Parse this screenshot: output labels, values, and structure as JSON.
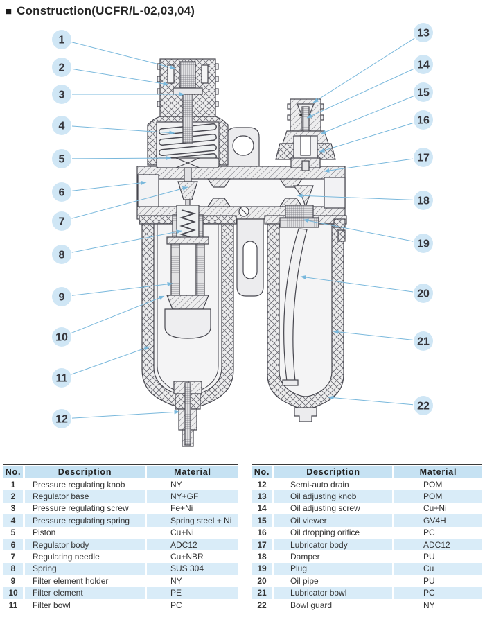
{
  "page": {
    "title_marker": "■",
    "title": "Construction(UCFR/L-02,03,04)"
  },
  "diagram": {
    "balloons": [
      "1",
      "2",
      "3",
      "4",
      "5",
      "6",
      "7",
      "8",
      "9",
      "10",
      "11",
      "12",
      "13",
      "14",
      "15",
      "16",
      "17",
      "18",
      "19",
      "20",
      "21",
      "22"
    ]
  },
  "table_headers": {
    "no": "No.",
    "description": "Description",
    "material": "Material"
  },
  "tables": {
    "left": {
      "rows": [
        {
          "no": "1",
          "description": "Pressure regulating knob",
          "material": "NY"
        },
        {
          "no": "2",
          "description": "Regulator base",
          "material": "NY+GF"
        },
        {
          "no": "3",
          "description": "Pressure regulating screw",
          "material": "Fe+Ni"
        },
        {
          "no": "4",
          "description": "Pressure regulating spring",
          "material": "Spring steel + Ni"
        },
        {
          "no": "5",
          "description": "Piston",
          "material": "Cu+Ni"
        },
        {
          "no": "6",
          "description": "Regulator body",
          "material": "ADC12"
        },
        {
          "no": "7",
          "description": "Regulating needle",
          "material": "Cu+NBR"
        },
        {
          "no": "8",
          "description": "Spring",
          "material": "SUS 304"
        },
        {
          "no": "9",
          "description": "Filter element holder",
          "material": "NY"
        },
        {
          "no": "10",
          "description": "Filter element",
          "material": "PE"
        },
        {
          "no": "11",
          "description": "Filter bowl",
          "material": "PC"
        }
      ]
    },
    "right": {
      "rows": [
        {
          "no": "12",
          "description": "Semi-auto drain",
          "material": "POM"
        },
        {
          "no": "13",
          "description": "Oil adjusting knob",
          "material": "POM"
        },
        {
          "no": "14",
          "description": "Oil adjusting screw",
          "material": "Cu+Ni"
        },
        {
          "no": "15",
          "description": "Oil viewer",
          "material": "GV4H"
        },
        {
          "no": "16",
          "description": "Oil dropping orifice",
          "material": "PC"
        },
        {
          "no": "17",
          "description": "Lubricator body",
          "material": "ADC12"
        },
        {
          "no": "18",
          "description": "Damper",
          "material": "PU"
        },
        {
          "no": "19",
          "description": "Plug",
          "material": "Cu"
        },
        {
          "no": "20",
          "description": "Oil pipe",
          "material": "PU"
        },
        {
          "no": "21",
          "description": "Lubricator bowl",
          "material": "PC"
        },
        {
          "no": "22",
          "description": "Bowl guard",
          "material": "NY"
        }
      ]
    }
  },
  "colors": {
    "balloon_fill": "#cfe6f5",
    "balloon_text": "#36363c",
    "leader_line": "#79b8dc",
    "table_header_bg": "#c6e2f3",
    "table_row_alt_bg": "#d9ecf8",
    "table_text": "#333333",
    "drawing_line": "#46464e",
    "title_text": "#262626"
  }
}
